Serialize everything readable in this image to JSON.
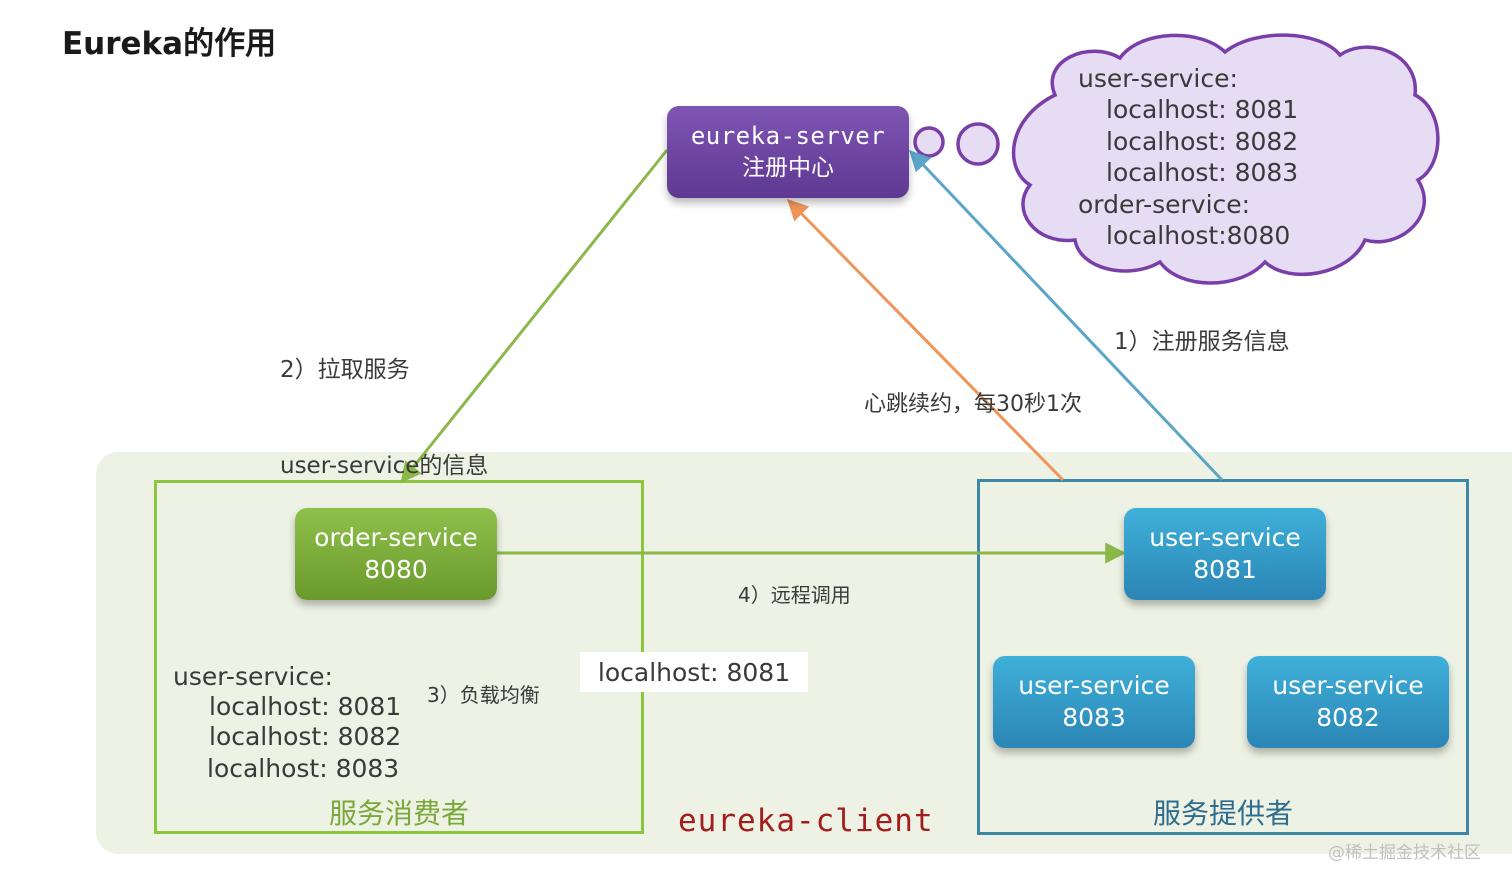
{
  "title": "Eureka的作用",
  "server": {
    "name": "eureka-server",
    "subtitle": "注册中心"
  },
  "cloud": {
    "lines": [
      "user-service:",
      "localhost: 8081",
      "localhost: 8082",
      "localhost: 8083",
      "order-service:",
      "localhost:8080"
    ]
  },
  "consumer": {
    "title": "服务消费者",
    "service": {
      "name": "order-service",
      "port": "8080"
    },
    "list": {
      "header": "user-service:",
      "entries": [
        "localhost: 8081",
        "localhost: 8082",
        "localhost: 8083"
      ]
    }
  },
  "provider": {
    "title": "服务提供者",
    "services": [
      {
        "name": "user-service",
        "port": "8081"
      },
      {
        "name": "user-service",
        "port": "8083"
      },
      {
        "name": "user-service",
        "port": "8082"
      }
    ]
  },
  "client_label": "eureka-client",
  "edges": {
    "pull": {
      "line1": "2）拉取服务",
      "line2": "user-service的信息"
    },
    "register": "1）注册服务信息",
    "heartbeat": "心跳续约，每30秒1次",
    "remote_call": "4）远程调用",
    "load_balance": "3）负载均衡"
  },
  "selected_instance": "localhost: 8081",
  "watermark": "@稀土掘金技术社区",
  "colors": {
    "server": "#6a43a0",
    "consumer": "#8cc63f",
    "provider": "#3d87a7",
    "pull_arrow": "#8cb84a",
    "register_arrow": "#5aa5c8",
    "heartbeat_arrow": "#f0955a",
    "client_label": "#a31d1d"
  }
}
